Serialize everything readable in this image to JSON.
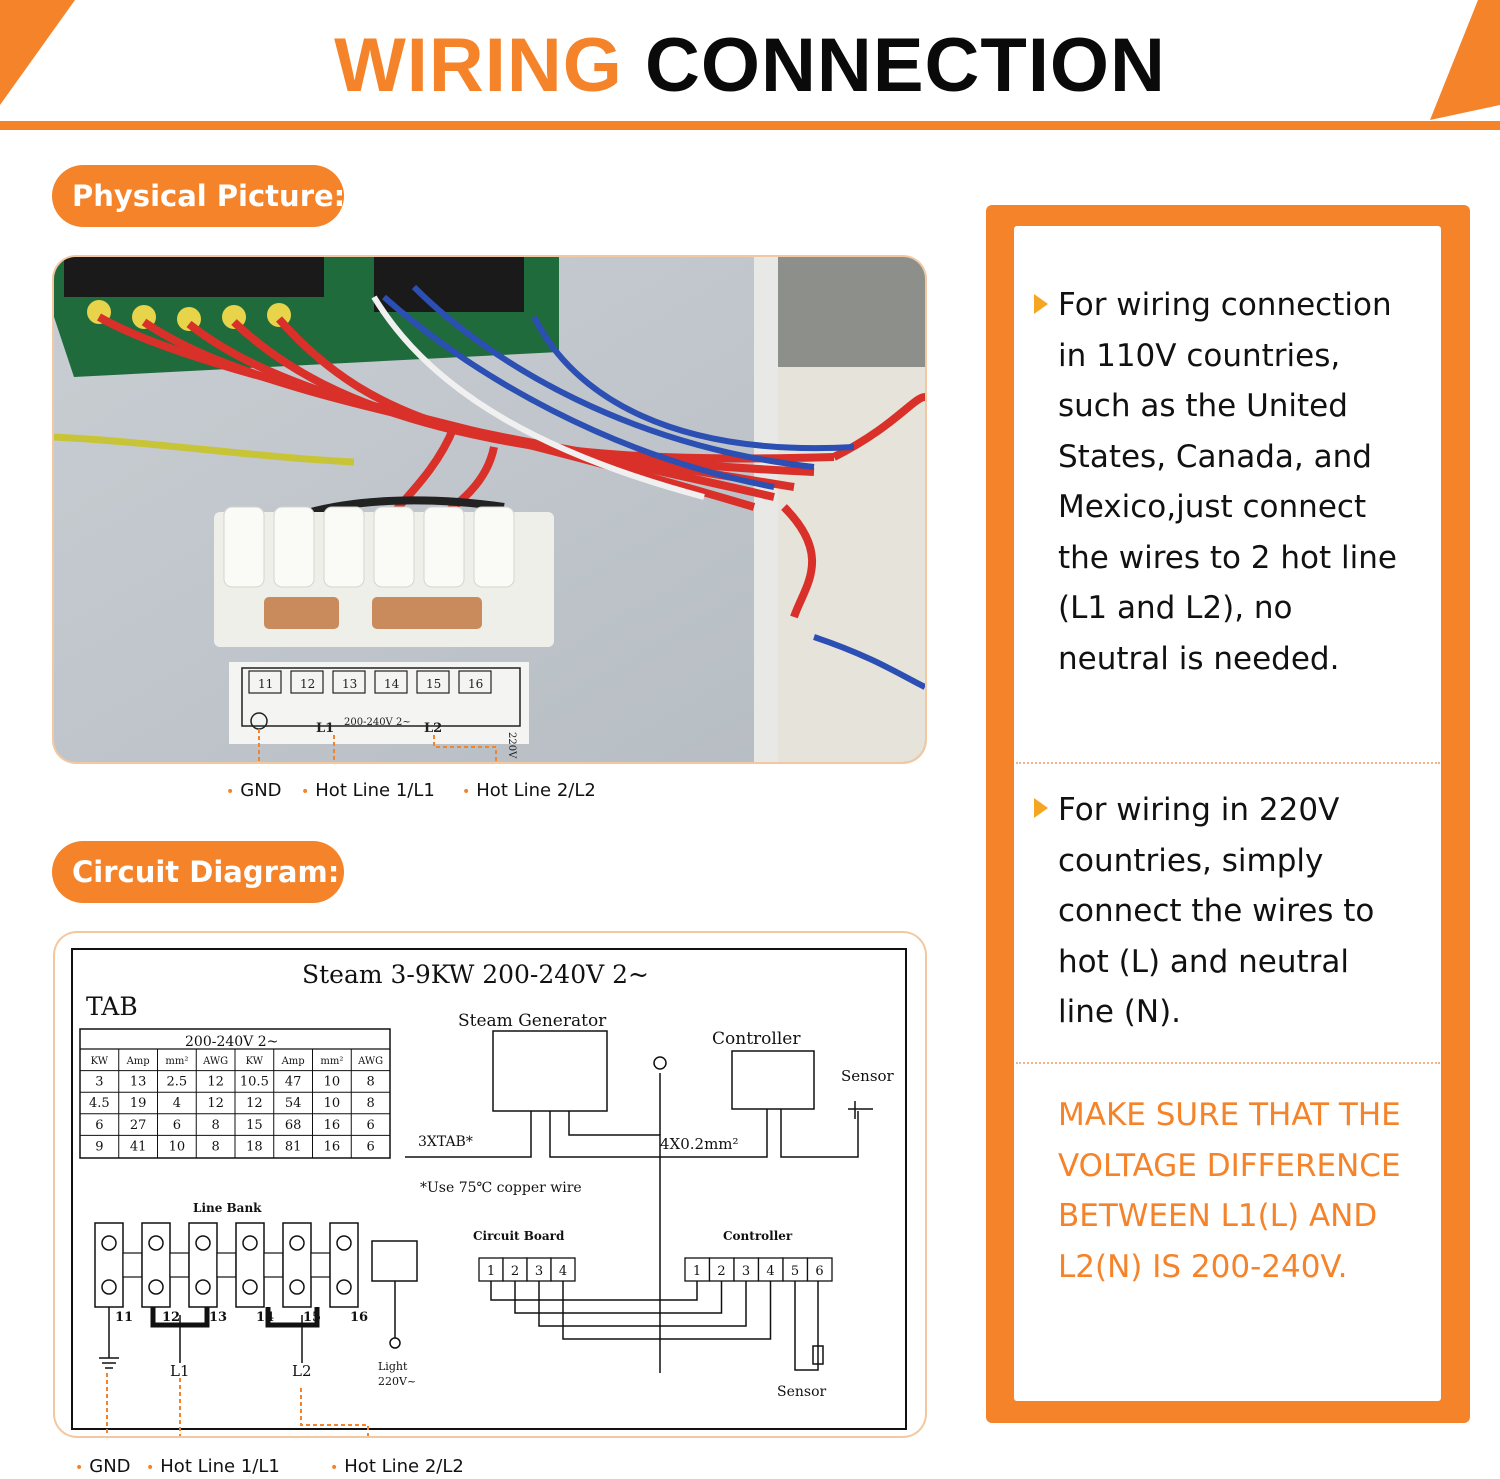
{
  "header": {
    "title_accent": "WIRING",
    "title_main": "CONNECTION",
    "accent_color": "#f5832a"
  },
  "sections": {
    "physical_label": "Physical Picture:",
    "circuit_label": "Circuit Diagram:"
  },
  "photo": {
    "terminal_numbers": [
      "11",
      "12",
      "13",
      "14",
      "15",
      "16"
    ],
    "label_l1": "L1",
    "label_l2": "L2",
    "label_voltage": "200-240V  2~",
    "label_220v": "220V"
  },
  "photo_callouts": [
    "GND",
    "Hot Line 1/L1",
    "Hot Line 2/L2"
  ],
  "diagram": {
    "title": "Steam 3-9KW 200-240V  2~",
    "tab_label": "TAB",
    "table_header": "200-240V  2~",
    "table_columns": [
      "KW",
      "Amp",
      "mm²",
      "AWG",
      "KW",
      "Amp",
      "mm²",
      "AWG"
    ],
    "table_rows": [
      [
        "3",
        "13",
        "2.5",
        "12",
        "10.5",
        "47",
        "10",
        "8"
      ],
      [
        "4.5",
        "19",
        "4",
        "12",
        "12",
        "54",
        "10",
        "8"
      ],
      [
        "6",
        "27",
        "6",
        "8",
        "15",
        "68",
        "16",
        "6"
      ],
      [
        "9",
        "41",
        "10",
        "8",
        "18",
        "81",
        "16",
        "6"
      ]
    ],
    "steam_generator": "Steam Generator",
    "controller": "Controller",
    "sensor": "Sensor",
    "xtab": "3XTAB*",
    "cable": "4X0.2mm²",
    "note": "*Use 75℃ copper wire",
    "line_bank": "Line Bank",
    "terminals": [
      "11",
      "12",
      "13",
      "14",
      "15",
      "16"
    ],
    "l1": "L1",
    "l2": "L2",
    "light": "Light",
    "light_voltage": "220V~",
    "circuit_board": "Circuit Board",
    "controller_small": "Controller",
    "cb_pins": [
      "1",
      "2",
      "3",
      "4"
    ],
    "ctrl_pins": [
      "1",
      "2",
      "3",
      "4",
      "5",
      "6"
    ],
    "sensor_bottom": "Sensor"
  },
  "diagram_callouts": [
    "GND",
    "Hot Line 1/L1",
    "Hot Line 2/L2"
  ],
  "panel": {
    "para1": "For wiring connection in 110V countries, such as the United States, Canada, and Mexico,just connect the wires to 2 hot line (L1 and L2), no neutral is needed.",
    "para2": "For wiring in 220V countries, simply connect the wires to hot (L) and neutral line (N).",
    "warning": "MAKE SURE THAT THE VOLTAGE DIFFERENCE BETWEEN L1(L) AND L2(N) IS 200-240V."
  }
}
